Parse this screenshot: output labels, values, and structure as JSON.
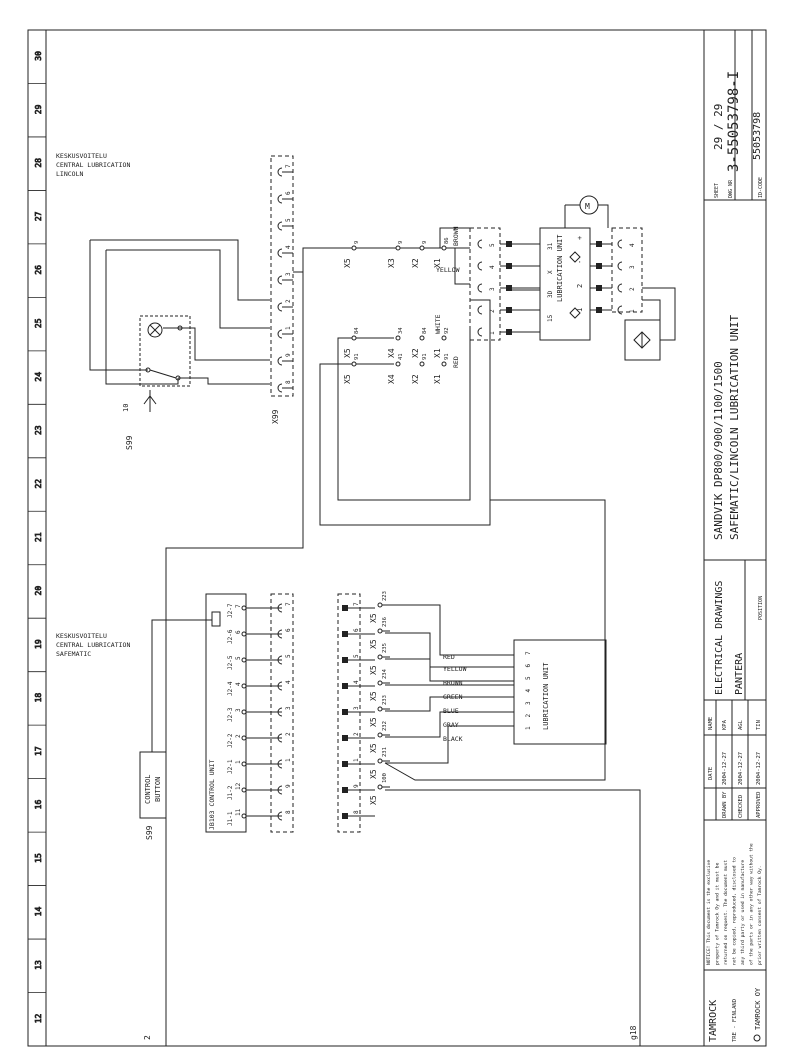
{
  "grid_numbers": [
    "30",
    "29",
    "28",
    "27",
    "26",
    "25",
    "24",
    "23",
    "22",
    "21",
    "20",
    "19",
    "18",
    "17",
    "16",
    "15",
    "14",
    "13",
    "12"
  ],
  "title_block": {
    "title": "SANDVIK DP800/900/1100/1500",
    "subtitle": "SAFEMATIC/LINCOLN LUBRICATION UNIT",
    "electrical_drawings": "ELECTRICAL DRAWINGS",
    "pantera": "PANTERA",
    "position_label": "POSITION",
    "sheet_label": "SHEET",
    "sheet_value": "29 / 29",
    "dwg_label": "DWG NR",
    "dwg_value": "3-55053798-I",
    "idcode_label": "ID-CODE",
    "idcode_value": "55053798",
    "date_header": "DATE",
    "name_header": "NAME",
    "drawn_label": "DRAWN BY",
    "drawn_date": "2004-12-27",
    "drawn_name": "KPA",
    "checked_label": "CHECKED",
    "checked_date": "2004-12-27",
    "checked_name": "AGL",
    "approved_label": "APPROVED",
    "approved_date": "2004-12-27",
    "approved_name": "TIN",
    "notice": [
      "NOTICE! This document is the exclusive",
      "property of Tamrock Oy and it must be",
      "returned on request. The document must",
      "not be copied, reproduced, disclosed to",
      "any third party or used in manufacture",
      "of the parts or in any other way without the",
      "prior written consent of Tamrock Oy."
    ],
    "company": "TAMROCK OY",
    "city": "TRE - FINLAND",
    "logo": "TAMROCK"
  },
  "labels": {
    "lincoln_fi": "KESKUSVOITELU",
    "lincoln_en": "CENTRAL LUBRICATION",
    "lincoln": "LINCOLN",
    "safematic_fi": "KESKUSVOITELU",
    "safematic_en": "CENTRAL LUBRICATION",
    "safematic": "SAFEMATIC",
    "s99_top": "S99",
    "s99_bottom": "S99",
    "s99_10": "10",
    "x99": "X99",
    "control_button_1": "CONTROL",
    "control_button_2": "BUTTON",
    "jb103": "JB103 CONTROL UNIT",
    "lub_unit_top": "LUBRICATION UNIT",
    "lub_unit_bottom": "LUBRICATION UNIT",
    "motor": "M",
    "g18": "g18",
    "ref2": "2"
  },
  "wire_colors_top": [
    "BROWN",
    "YELLOW",
    "WHITE",
    "RED"
  ],
  "wire_colors_bottom": [
    "RED",
    "YELLOW",
    "BROWN",
    "GREEN",
    "BLUE",
    "GRAY",
    "BLACK"
  ],
  "x99_terminals": [
    "7",
    "6",
    "5",
    "4",
    "3",
    "2",
    "1",
    "9",
    "8"
  ],
  "top_conn_rows": [
    {
      "a": "X5",
      "a_pin": "9",
      "b": "X3",
      "b_pin": "9",
      "c": "X2",
      "c_pin": "9",
      "d": "X1",
      "d_pin": "86"
    },
    {
      "a": "X5",
      "a_pin": "84",
      "b": "X4",
      "b_pin": "34",
      "c": "X2",
      "c_pin": "84",
      "d": "X1",
      "d_pin": "92"
    },
    {
      "a": "X5",
      "a_pin": "91",
      "b": "X4",
      "b_pin": "41",
      "c": "X2",
      "c_pin": "91",
      "d": "X1",
      "d_pin": "91"
    }
  ],
  "top_lub_left": [
    "31",
    "X",
    "3D",
    "15"
  ],
  "top_lub_right": [
    "4",
    "3",
    "2",
    "1"
  ],
  "top_lub_signs": [
    "+",
    "-",
    "2",
    "1"
  ],
  "bottom_x5": [
    {
      "x": "X5",
      "pin": "223"
    },
    {
      "x": "X5",
      "pin": "236"
    },
    {
      "x": "X5",
      "pin": "235"
    },
    {
      "x": "X5",
      "pin": "234"
    },
    {
      "x": "X5",
      "pin": "233"
    },
    {
      "x": "X5",
      "pin": "232"
    },
    {
      "x": "X5",
      "pin": "231"
    },
    {
      "x": "X5",
      "pin": "100"
    }
  ],
  "jb_terminals": [
    "J2-7",
    "J2-6",
    "J2-5",
    "J2-4",
    "J2-3",
    "J2-2",
    "J2-1",
    "J1-2",
    "J1-1"
  ],
  "jb_pins": [
    "7",
    "6",
    "5",
    "4",
    "3",
    "2",
    "1",
    "12",
    "11"
  ],
  "x5_strip": [
    "7",
    "6",
    "5",
    "4",
    "3",
    "2",
    "1",
    "9",
    "8"
  ],
  "lub_pins": [
    "1",
    "2",
    "3",
    "4",
    "5",
    "6",
    "7"
  ]
}
